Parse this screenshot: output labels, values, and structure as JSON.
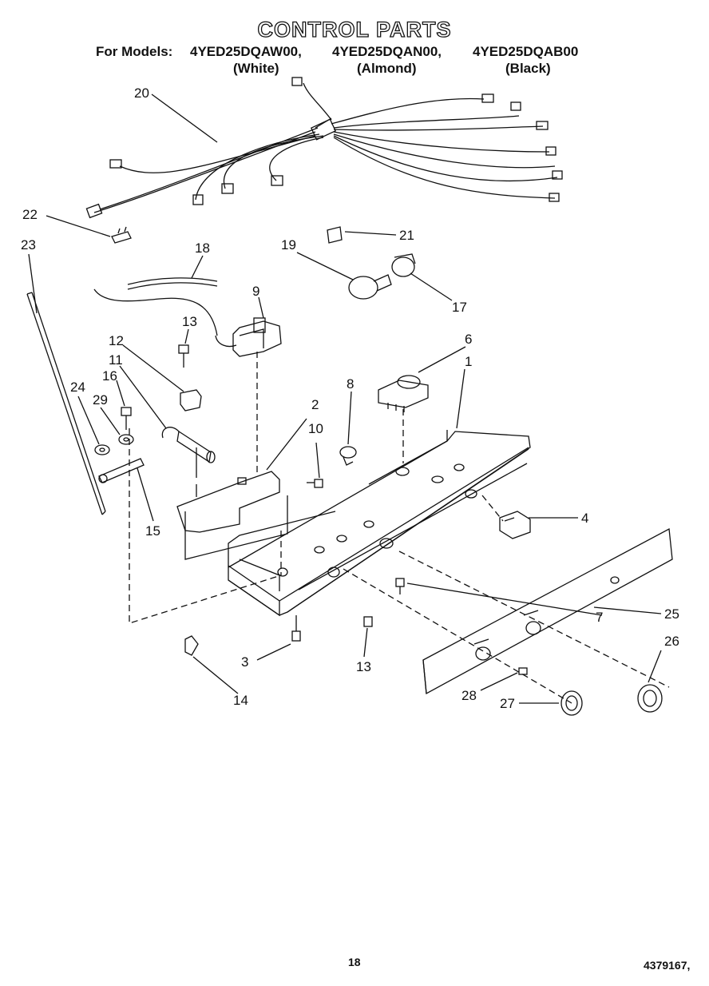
{
  "header": {
    "title": "CONTROL PARTS",
    "prefix": "For Models:",
    "models": [
      "4YED25DQAW00,",
      "4YED25DQAN00,",
      "4YED25DQAB00"
    ],
    "colors": [
      "(White)",
      "(Almond)",
      "(Black)"
    ]
  },
  "callouts": [
    "20",
    "22",
    "23",
    "21",
    "19",
    "18",
    "17",
    "9",
    "13",
    "12",
    "6",
    "11",
    "16",
    "1",
    "8",
    "24",
    "29",
    "2",
    "10",
    "15",
    "4",
    "7",
    "25",
    "26",
    "3",
    "13",
    "14",
    "28",
    "27"
  ],
  "footer": {
    "page_number": "18",
    "document_number": "4379167,"
  }
}
